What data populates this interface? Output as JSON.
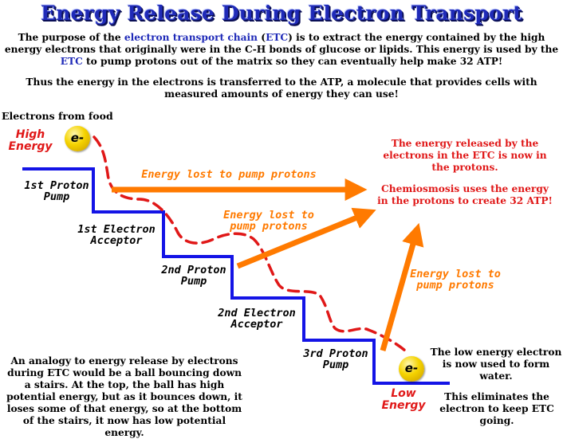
{
  "title": "Energy Release During Electron Transport",
  "intro": {
    "p1_a": "The purpose of the ",
    "p1_etc_long": "electron transport chain",
    "p1_b": " (",
    "p1_etc_abbr": "ETC",
    "p1_c": ") is to extract the energy contained by the high energy electrons that originally were in the C-H bonds of glucose or lipids. This energy is used by the ",
    "p1_etc_abbr2": "ETC",
    "p1_d": " to pump protons out of the matrix so they can eventually help make 32 ATP!",
    "p2": "Thus the energy in the electrons is transferred to the ATP, a molecule that provides cells with measured amounts of energy they can use!"
  },
  "electrons_from_food": "Electrons from food",
  "high_energy": "High Energy",
  "low_energy": "Low Energy",
  "electron_symbol": "e-",
  "steps": {
    "pump1": "1st Proton Pump",
    "acceptor1": "1st Electron Acceptor",
    "pump2": "2nd Proton Pump",
    "acceptor2": "2nd Electron Acceptor",
    "pump3": "3rd Proton Pump"
  },
  "energy_lost": {
    "a1": "Energy lost to pump protons",
    "a2": "Energy lost to pump protons",
    "a3": "Energy lost to pump protons"
  },
  "right_text": {
    "released": "The energy released by the electrons in the ETC is now in the protons.",
    "chemiosmosis": "Chemiosmosis uses the energy in the protons to create 32 ATP!"
  },
  "analogy": "An analogy to energy release by electrons during ETC would be a ball bouncing down a stairs. At the top, the ball has high potential energy, but as it bounces down, it loses some of that energy, so at the bottom of the stairs, it now has low potential energy.",
  "low_electron": {
    "water": "The low energy electron is now used to form water.",
    "eliminates": "This eliminates the electron to keep ETC going."
  },
  "colors": {
    "title": "#1f2ab8",
    "stairs": "#1414e6",
    "arrows": "#ff7a00",
    "path": "#e01818",
    "electron": "#f5d300"
  }
}
